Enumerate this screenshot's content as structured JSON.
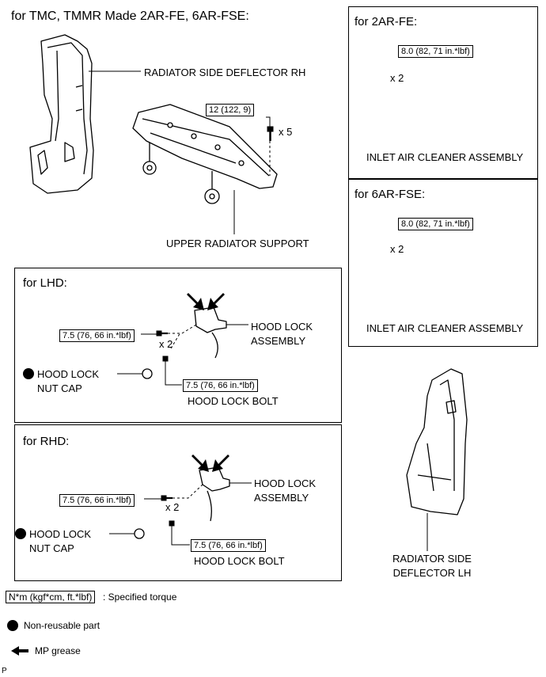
{
  "heading": "for TMC, TMMR Made 2AR-FE, 6AR-FSE:",
  "panels": {
    "fe": {
      "title": "for 2AR-FE:",
      "torque": "8.0 (82, 71 in.*lbf)",
      "qty": "x 2",
      "part": "INLET AIR CLEANER ASSEMBLY"
    },
    "fse": {
      "title": "for 6AR-FSE:",
      "torque": "8.0 (82, 71 in.*lbf)",
      "qty": "x 2",
      "part": "INLET AIR CLEANER ASSEMBLY"
    },
    "lhd": {
      "title": "for LHD:",
      "torque_bolt": "7.5 (76, 66 in.*lbf)",
      "qty": "x 2",
      "hood_lock": "HOOD LOCK",
      "assembly": "ASSEMBLY",
      "nut_cap_1": "HOOD LOCK",
      "nut_cap_2": "NUT CAP",
      "torque_lock_bolt": "7.5 (76, 66 in.*lbf)",
      "lock_bolt": "HOOD LOCK BOLT"
    },
    "rhd": {
      "title": "for RHD:",
      "torque_bolt": "7.5 (76, 66 in.*lbf)",
      "qty": "x 2",
      "hood_lock": "HOOD LOCK",
      "assembly": "ASSEMBLY",
      "nut_cap_1": "HOOD LOCK",
      "nut_cap_2": "NUT CAP",
      "torque_lock_bolt": "7.5 (76, 66 in.*lbf)",
      "lock_bolt": "HOOD LOCK BOLT"
    }
  },
  "main": {
    "deflector_rh": "RADIATOR SIDE DEFLECTOR RH",
    "support_torque": "12 (122, 9)",
    "support_qty": "x 5",
    "upper_support": "UPPER RADIATOR SUPPORT",
    "deflector_lh_1": "RADIATOR SIDE",
    "deflector_lh_2": "DEFLECTOR LH"
  },
  "legend": {
    "torque_box": "N*m (kgf*cm, ft.*lbf)",
    "torque_desc": ": Specified torque",
    "non_reusable": "Non-reusable part",
    "grease": "MP grease"
  },
  "corner_mark": "P"
}
